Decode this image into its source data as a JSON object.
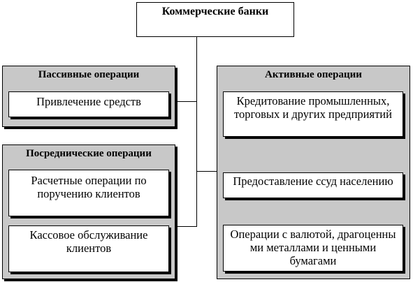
{
  "top": {
    "title": "Коммерческие банки"
  },
  "passive": {
    "title": "Пассивные операции",
    "items": [
      "Привлечение средств"
    ]
  },
  "intermediary": {
    "title": "Посреднические операции",
    "items": [
      "Расчетные операции по поручению клиентов",
      "Кассовое обслуживание клиентов"
    ]
  },
  "active": {
    "title": "Активные операции",
    "items": [
      "Кредитование промышленных, торговых и других предприятий",
      "Предоставление ссуд населению",
      "Операции с валютой, драгоценны ми металлами и ценными бумагами"
    ]
  }
}
